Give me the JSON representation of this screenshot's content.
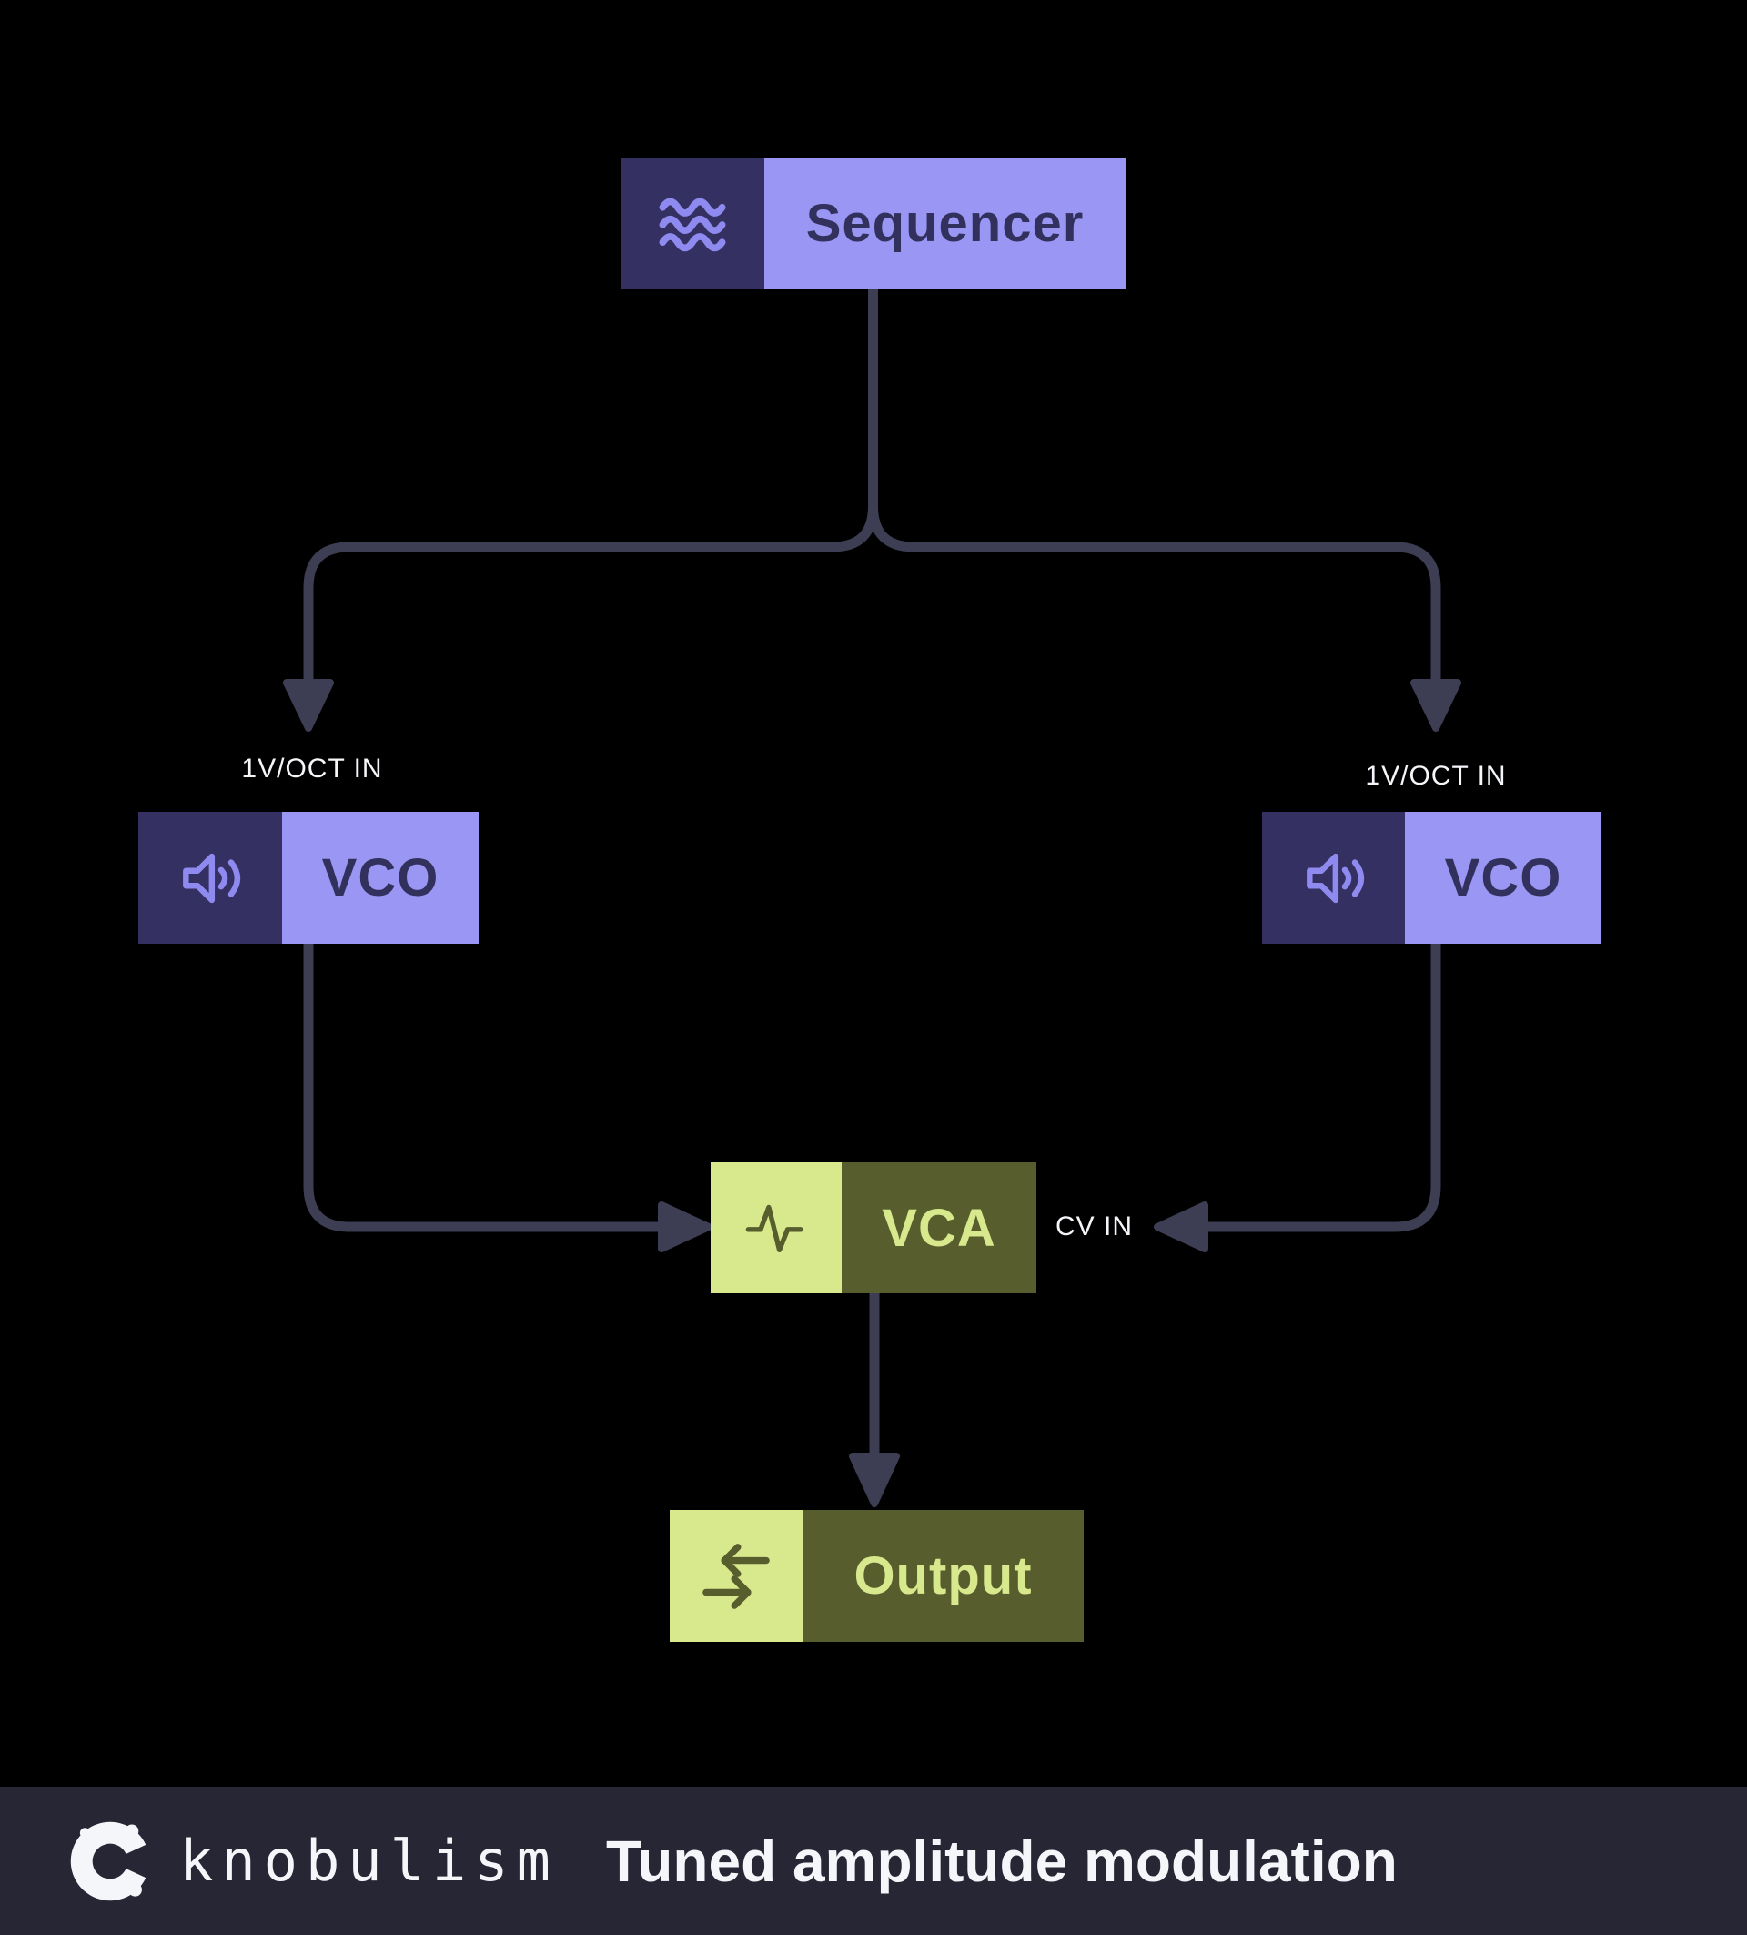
{
  "diagram": {
    "nodes": {
      "sequencer": {
        "label": "Sequencer",
        "icon": "waves-icon"
      },
      "vco_left": {
        "label": "VCO",
        "icon": "speaker-icon",
        "input_label": "1V/OCT IN"
      },
      "vco_right": {
        "label": "VCO",
        "icon": "speaker-icon",
        "input_label": "1V/OCT IN"
      },
      "vca": {
        "label": "VCA",
        "icon": "pulse-icon",
        "input_label": "CV IN"
      },
      "output": {
        "label": "Output",
        "icon": "transfer-icon"
      }
    },
    "connections": [
      {
        "from": "sequencer",
        "to": "vco_left",
        "to_port": "1V/OCT IN"
      },
      {
        "from": "sequencer",
        "to": "vco_right",
        "to_port": "1V/OCT IN"
      },
      {
        "from": "vco_left",
        "to": "vca"
      },
      {
        "from": "vco_right",
        "to": "vca",
        "to_port": "CV IN"
      },
      {
        "from": "vca",
        "to": "output"
      }
    ]
  },
  "footer": {
    "brand": "knobulism",
    "title": "Tuned amplitude modulation"
  },
  "colors": {
    "background": "#000000",
    "purple_light": "#9a96f3",
    "navy_dark": "#343061",
    "navy_text": "#32305c",
    "icon_periwinkle": "#8e8af0",
    "lime_light": "#d7e98c",
    "olive_dark": "#575d2c",
    "connector": "#3d3d53",
    "footer_bg": "#262635",
    "text_white": "#f5f6fa"
  }
}
